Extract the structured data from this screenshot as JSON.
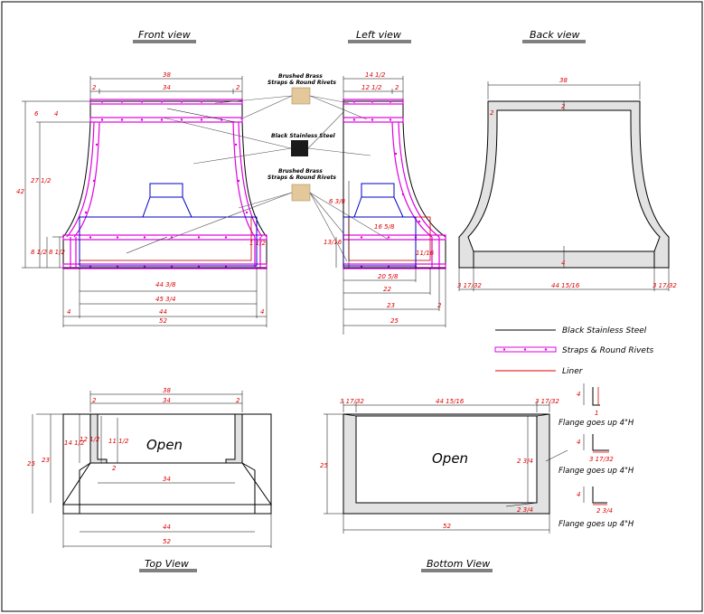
{
  "views": {
    "front_title": "Front view",
    "left_title": "Left view",
    "back_title": "Back view",
    "top_title": "Top View",
    "bottom_title": "Bottom View"
  },
  "materials": {
    "brass_label_1": "Brushed Brass",
    "brass_label_2": "Straps &  Round Rivets",
    "black_label": "Black Stainless Steel",
    "brass2_label_1": "Brushed Brass",
    "brass2_label_2": "Straps &  Round Rivets",
    "brass_color": "#e2c89a",
    "black_color": "#1a1a1a"
  },
  "legend": {
    "black_steel": "Black Stainless Steel",
    "straps": "Straps & Round Rivets",
    "liner": "Liner"
  },
  "top_view": {
    "open_label": "Open"
  },
  "bottom_view": {
    "open_label": "Open"
  },
  "flanges": {
    "f1": "Flange goes up 4\"H",
    "f2": "Flange goes up 4\"H",
    "f3": "Flange goes up 4\"H"
  },
  "front_dims": {
    "top_width": "38",
    "inner_width": "34",
    "left_strap": "2",
    "right_strap": "2",
    "strap_h": "6",
    "strap_h2": "4",
    "height_mid": "27 1/2",
    "height_total": "42",
    "bot_left1": "8 1/2",
    "bot_left2": "8 1/2",
    "bot_right": "1 1/2",
    "w_44_3_8": "44 3/8",
    "w_45_3_4": "45 3/4",
    "w_44": "44",
    "w_52": "52",
    "side_left": "4",
    "side_right": "4"
  },
  "left_dims": {
    "top": "14 1/2",
    "mid": "12 1/2",
    "strap": "2",
    "d_6_3_8": "6 3/8",
    "d_16_5_8": "16 5/8",
    "d_13_16": "13/16",
    "d_11_16": "11/16",
    "w_20_5_8": "20 5/8",
    "w_22": "22",
    "w_23": "23",
    "w_2": "2",
    "w_25": "25"
  },
  "back_dims": {
    "top": "38",
    "left_2": "2",
    "center_2": "2",
    "bot_4": "4",
    "bl": "3 17/32",
    "bc": "44 15/16",
    "br": "3 17/32"
  },
  "top_dims": {
    "w_38": "38",
    "w_34": "34",
    "l_2": "2",
    "r_2": "2",
    "d_14_1_2": "14 1/2",
    "d_12_1_2": "12 1/2",
    "d_11_2": "11 1/2",
    "d_25": "25",
    "d_23": "23",
    "bot_34": "34",
    "bot_44": "44",
    "bot_52": "52",
    "bot_2": "2"
  },
  "bottom_dims": {
    "l": "3 17/32",
    "c": "44 15/16",
    "r": "3 17/32",
    "h_25": "25",
    "side_2_3_4": "2 3/4",
    "bot_2_3_4": "2 3/4",
    "w_52": "52"
  },
  "flange_dims": {
    "a1": "4",
    "a2": "1",
    "b1": "4",
    "b2": "3 17/32",
    "c1": "4",
    "c2": "2 3/4"
  }
}
